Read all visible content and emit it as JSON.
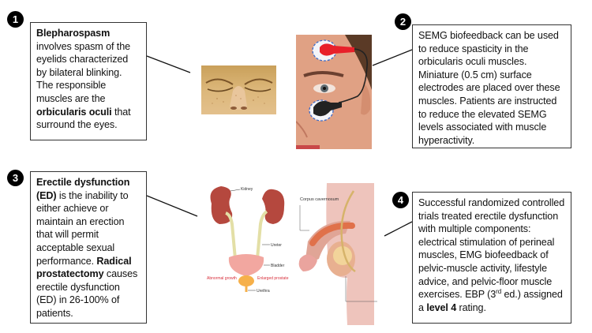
{
  "panels": [
    {
      "number": "1",
      "segments": [
        {
          "text": "Blepharospasm",
          "bold": true
        },
        {
          "text": " involves spasm of the eyelids characterized by bilateral blinking. The responsible muscles are the ",
          "bold": false
        },
        {
          "text": "orbicularis oculi",
          "bold": true
        },
        {
          "text": " that surround the eyes.",
          "bold": false
        }
      ],
      "image": "closed-eyes-photo"
    },
    {
      "number": "2",
      "segments": [
        {
          "text": "SEMG biofeedback can be used to reduce spasticity in the orbicularis oculi muscles. Miniature (0.5 cm) surface electrodes are placed over these muscles. Patients are instructed to reduce the elevated SEMG levels associated with muscle hyperactivity.",
          "bold": false
        }
      ],
      "image": "face-with-electrodes-photo"
    },
    {
      "number": "3",
      "segments": [
        {
          "text": "Erectile dysfunction (ED)",
          "bold": true
        },
        {
          "text": " is the inability to either achieve or maintain an erection that will permit acceptable sexual performance. ",
          "bold": false
        },
        {
          "text": "Radical prostatectomy",
          "bold": true
        },
        {
          "text": " causes erectile dysfunction (ED) in 26-100% of patients.",
          "bold": false
        }
      ],
      "image": "urinary-tract-illustration"
    },
    {
      "number": "4",
      "segments": [
        {
          "text": "Successful randomized controlled trials treated erectile dysfunction with multiple components: electrical stimulation of perineal muscles, EMG biofeedback of pelvic-muscle activity, lifestyle advice, and pelvic-floor muscle exercises. EBP (3",
          "bold": false
        },
        {
          "text": "rd",
          "sup": true
        },
        {
          "text": " ed.) assigned a ",
          "bold": false
        },
        {
          "text": "level 4",
          "bold": true
        },
        {
          "text": " rating.",
          "bold": false
        }
      ],
      "image": "male-anatomy-illustration"
    }
  ],
  "labels": {
    "kidney": "Kidney",
    "ureter": "Ureter",
    "bladder": "Bladder",
    "abnormal_growth": "Abnormal growth",
    "enlarged_prostate": "Enlarged prostate",
    "urethra": "Urethra",
    "corpus_cavernosum": "Corpus cavernosum"
  },
  "colors": {
    "badge": "#000000",
    "box_border": "#333333",
    "kidney": "#b5483e",
    "ureter": "#e3dfa6",
    "bladder": "#f2a7a0",
    "prostate": "#f6b04a",
    "label_red": "#d8303c",
    "skin": "#e7b8ae",
    "electrode_red": "#e8202a",
    "electrode_black": "#222222"
  }
}
